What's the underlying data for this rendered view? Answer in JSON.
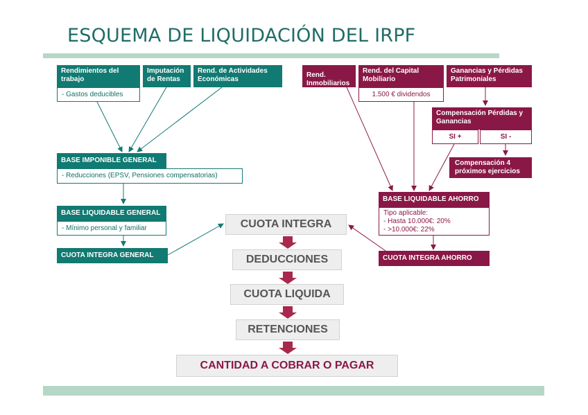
{
  "title": "ESQUEMA DE LIQUIDACIÓN DEL IRPF",
  "colors": {
    "teal": "#117a72",
    "maroon": "#8a1846",
    "band": "#b6d7c5",
    "grey": "#eeeeee"
  },
  "left": {
    "rendimientos_trabajo": "Rendimientos  del trabajo",
    "gastos_deducibles": "- Gastos deducibles",
    "imputacion_rentas": "Imputación de Rentas",
    "actividades_economicas": "Rend. de Actividades Económicas",
    "base_imponible": "BASE IMPONIBLE GENERAL",
    "reducciones": "- Reducciones (EPSV, Pensiones compensatorias)",
    "base_liquidable": "BASE LIQUIDABLE GENERAL",
    "minimo_personal": "- Mínimo personal y familiar",
    "cuota_integra_general": "CUOTA INTEGRA GENERAL"
  },
  "right": {
    "inmobiliarios": "Rend. Inmobiliarios",
    "capital_mobiliario": "Rend. del Capital Mobiliario",
    "dividendos": "1.500 € dividendos",
    "ganancias_perdidas": "Ganancias y Pérdidas Patrimoniales",
    "compensacion": "Compensación Pérdidas y Ganancias",
    "si_plus": "SI +",
    "si_minus": "SI -",
    "compensacion_4": "Compensación 4 próximos ejercicios",
    "base_ahorro": "BASE LIQUIDABLE AHORRO",
    "tipo_aplicable": "Tipo aplicable:\n- Hasta 10.000€: 20%\n- >10.000€: 22%",
    "cuota_integra_ahorro": "CUOTA INTEGRA AHORRO"
  },
  "center": {
    "cuota_integra": "CUOTA INTEGRA",
    "deducciones": "DEDUCCIONES",
    "cuota_liquida": "CUOTA LIQUIDA",
    "retenciones": "RETENCIONES",
    "cantidad": "CANTIDAD A COBRAR O PAGAR"
  }
}
